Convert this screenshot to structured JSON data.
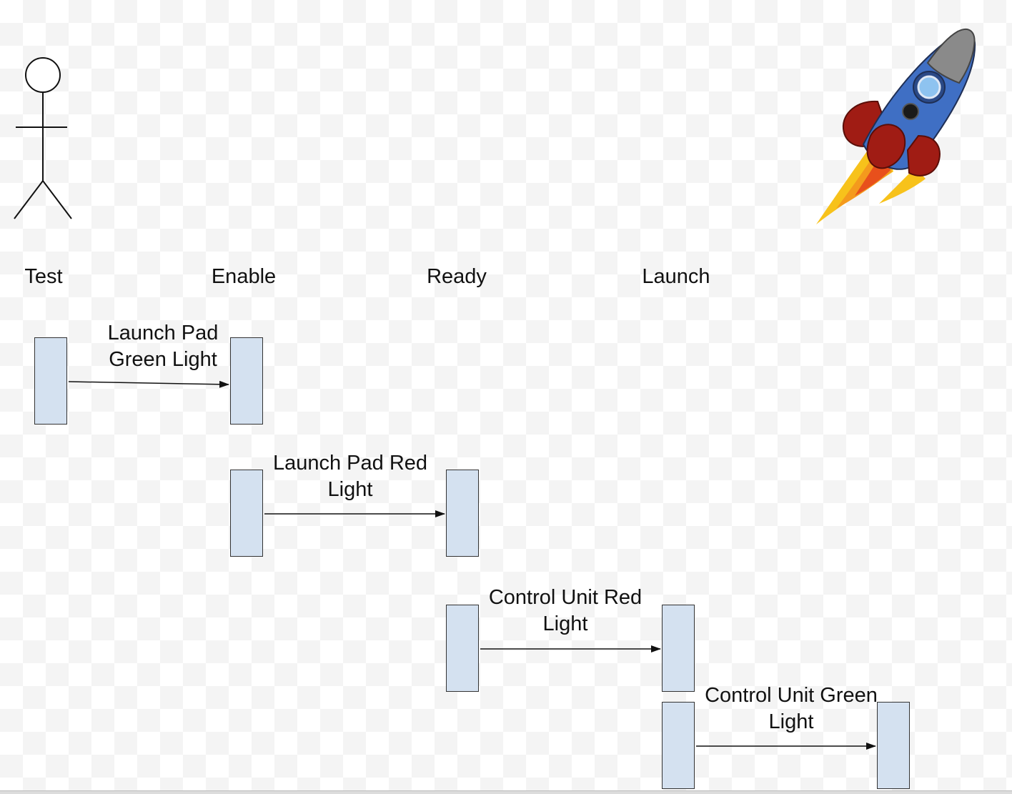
{
  "lanes": {
    "test": "Test",
    "enable": "Enable",
    "ready": "Ready",
    "launch": "Launch"
  },
  "messages": [
    {
      "label": "Launch Pad\nGreen Light",
      "from": "Test",
      "to": "Enable"
    },
    {
      "label": "Launch Pad Red\nLight",
      "from": "Enable",
      "to": "Ready"
    },
    {
      "label": "Control Unit Red\nLight",
      "from": "Ready",
      "to": "Launch"
    },
    {
      "label": "Control Unit Green\nLight",
      "from": "Launch",
      "to": ""
    }
  ],
  "colors": {
    "activation_fill": "#d4e1f0",
    "stroke": "#333333",
    "rocket_body": "#3f6fc4",
    "rocket_nose": "#8a8a8a",
    "rocket_fins": "#a01c14",
    "flame": "#f7c21b"
  },
  "icons": {
    "actor": "stick-figure-icon",
    "rocket": "rocket-icon"
  }
}
